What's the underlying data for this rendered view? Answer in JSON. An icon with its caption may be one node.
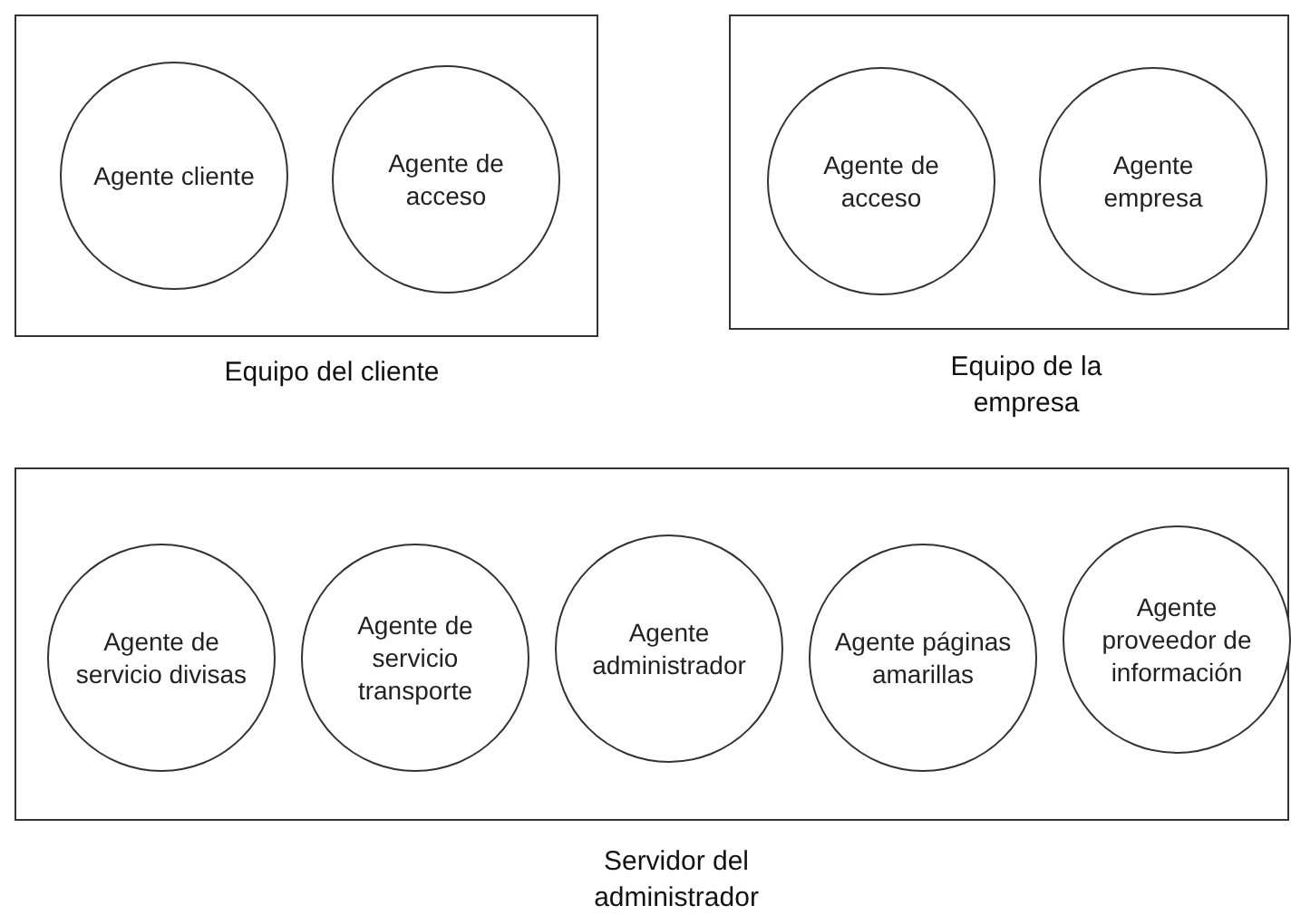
{
  "diagram": {
    "nodes": [
      {
        "text": [
          "Equipo del cliente"
        ]
      },
      {
        "text": [
          "Agente cliente"
        ],
        "in": 0
      },
      {
        "text": [
          "Agente de acceso"
        ],
        "in": 0
      },
      {
        "text": [
          "Equipo de la empresa"
        ]
      },
      {
        "text": [
          "Agente de acceso"
        ],
        "in": 3
      },
      {
        "text": [
          "Agente empresa"
        ],
        "in": 3
      },
      {
        "text": [
          "Servidor del administrador"
        ]
      },
      {
        "text": [
          "Agente de servicio divisas"
        ],
        "in": 6
      },
      {
        "text": [
          "Agente de servicio transporte"
        ],
        "in": 6
      },
      {
        "text": [
          "Agente administrador"
        ],
        "in": 6
      },
      {
        "text": [
          "Agente páginas amarillas"
        ],
        "in": 6
      },
      {
        "text": [
          "Agente proveedor de información"
        ],
        "in": 6
      }
    ]
  }
}
